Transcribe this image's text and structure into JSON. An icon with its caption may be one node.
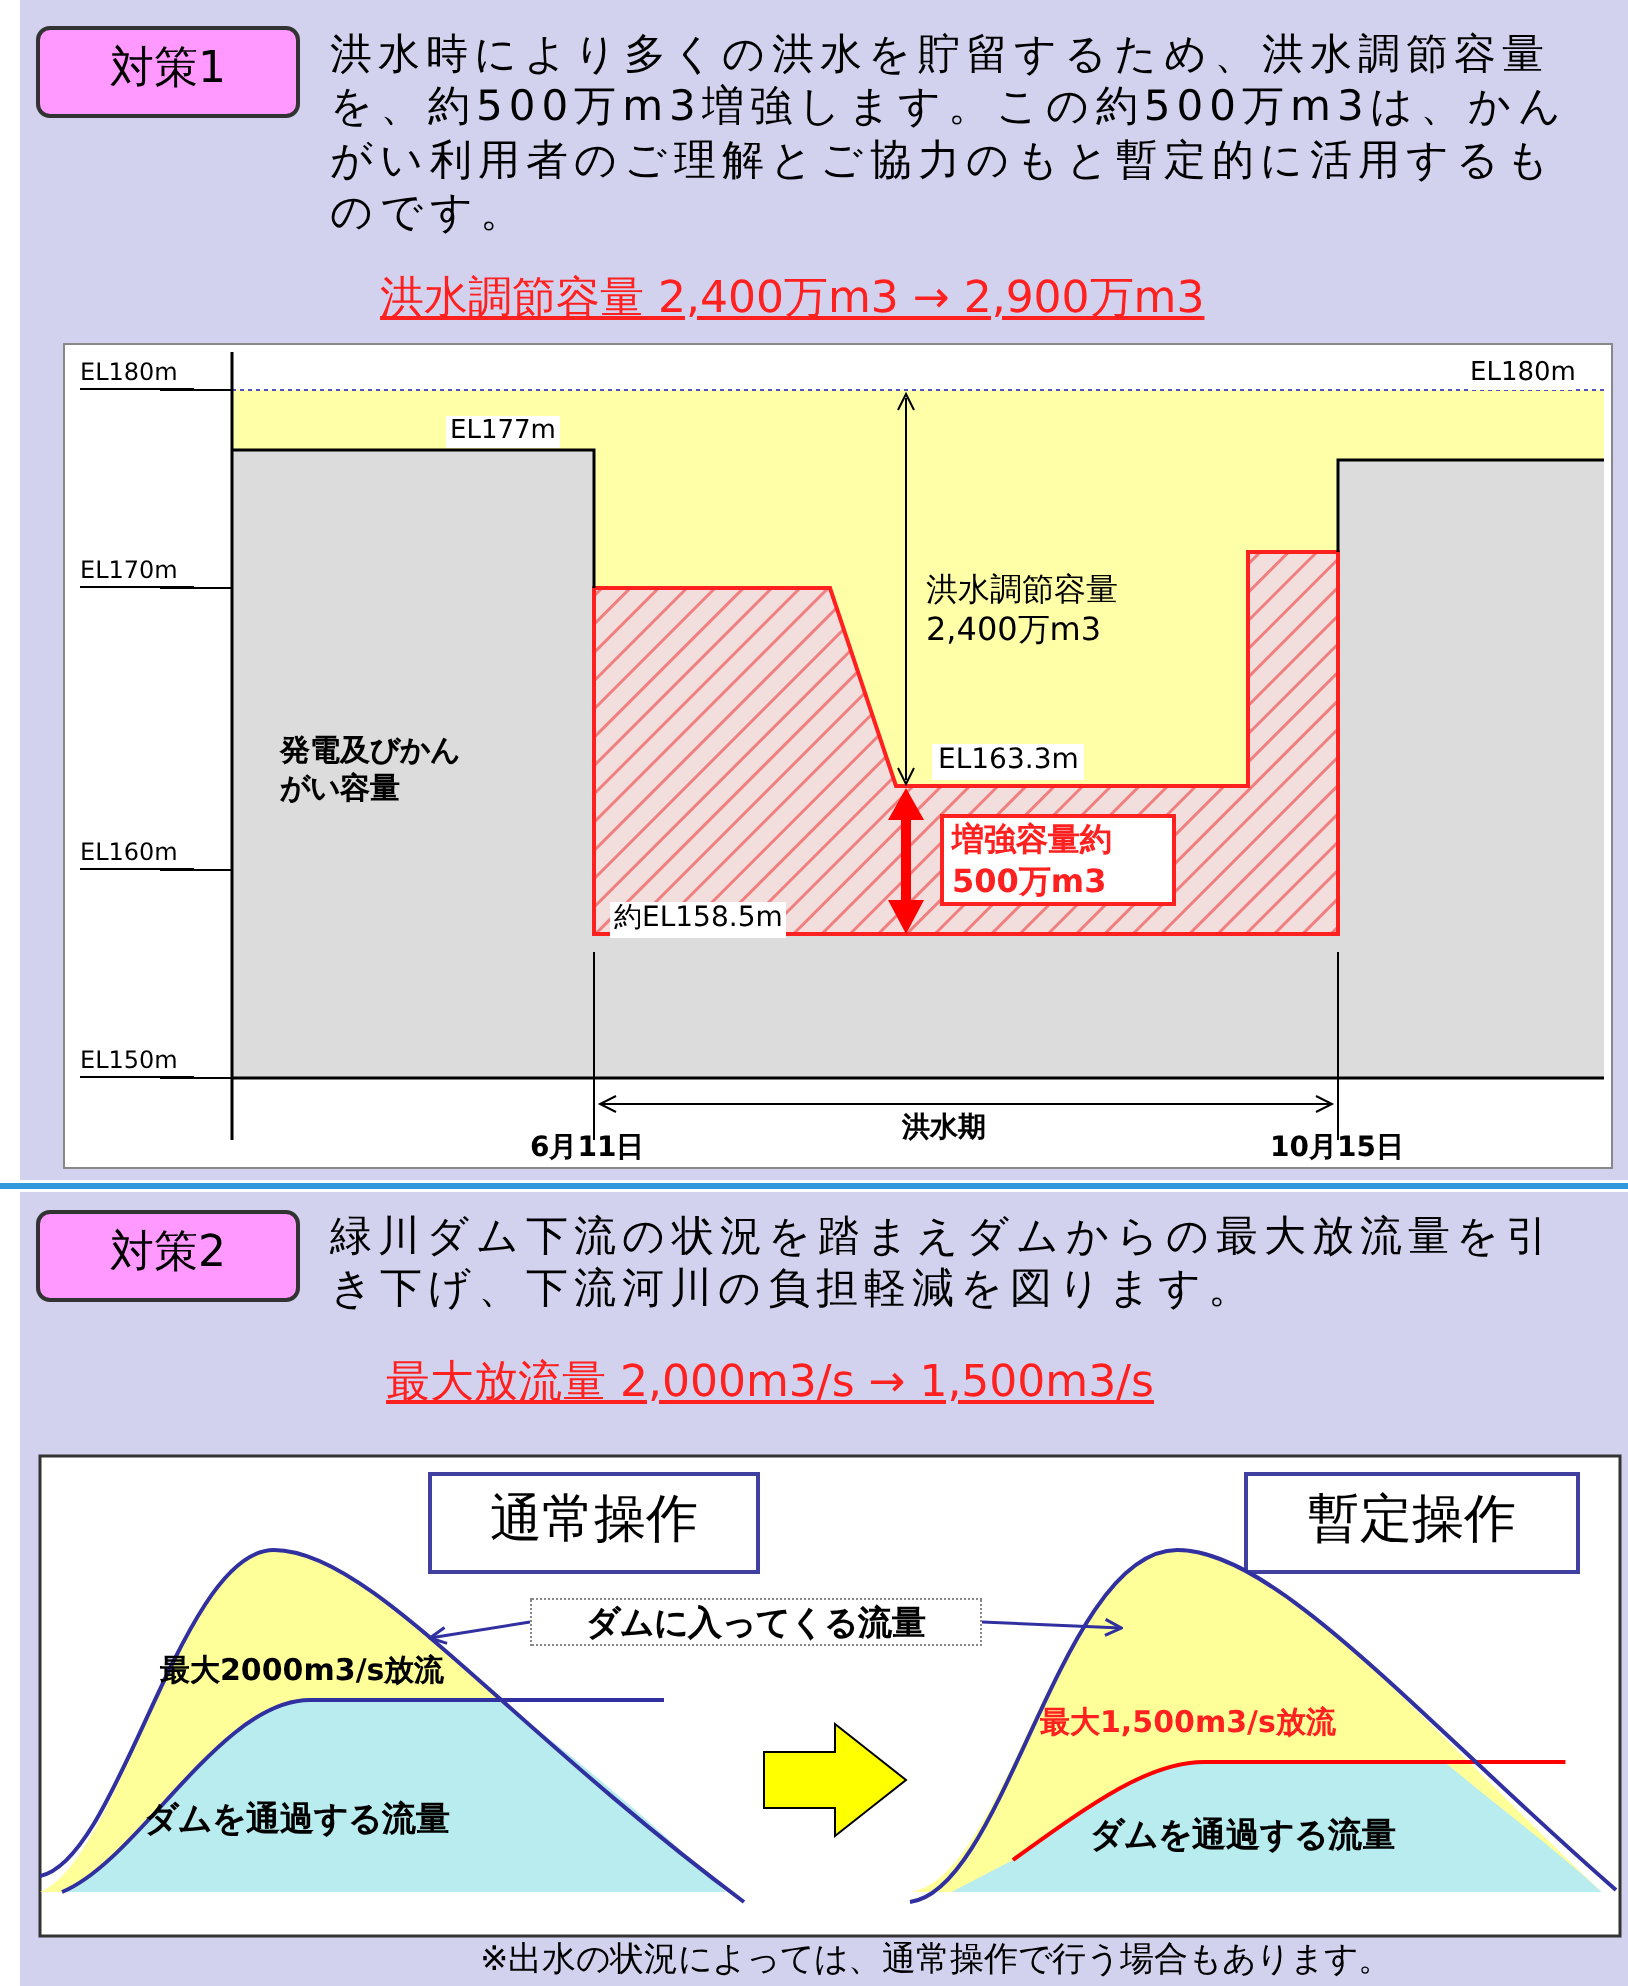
{
  "diagram": {
    "nodes": [
      {
        "text": [
          "対策1"
        ]
      },
      {
        "text": [
          "増強容量約500万m3"
        ]
      },
      {
        "text": [
          "対策2"
        ]
      },
      {
        "text": [
          "通常操作"
        ]
      },
      {
        "text": [
          "暫定操作"
        ]
      },
      {
        "text": [
          "最大2000m3/s放流",
          "ダムを通過する流量"
        ]
      },
      {
        "text": [
          "最大1,500m3/s放流",
          "ダムを通過する流量"
        ]
      },
      {
        "text": [
          "ダムに入ってくる流量"
        ]
      }
    ],
    "edges": [
      {
        "from": 5,
        "to": 6,
        "arrow": "to",
        "style": "thick",
        "color": "#ffff00"
      },
      {
        "from": 7,
        "to": 5,
        "arrow": "to"
      },
      {
        "from": 7,
        "to": 6,
        "arrow": "to"
      }
    ],
    "labels": [
      "洪水時により多くの洪水を貯留するため、洪水調節容量を、約500万m3増強します。この約500万m3は、かんがい利用者のご理解とご協力のもと暫定的に活用するものです。",
      "洪水調節容量 2,400万m3 → 2,900万m3",
      "EL180m",
      "EL180m",
      "EL177m",
      "EL170m",
      "洪水調節容量2,400万m3",
      "発電及びかんがい容量",
      "EL163.3m",
      "EL160m",
      "約EL158.5m",
      "EL150m",
      "6月11日",
      "洪水期",
      "10月15日",
      "緑川ダム下流の状況を踏まえダムからの最大放流量を引き下げ、下流河川の負担軽減を図ります。",
      "最大放流量 2,000m3/s → 1,500m3/s",
      "※出水の状況によっては、通常操作で行う場合もあります。"
    ]
  }
}
